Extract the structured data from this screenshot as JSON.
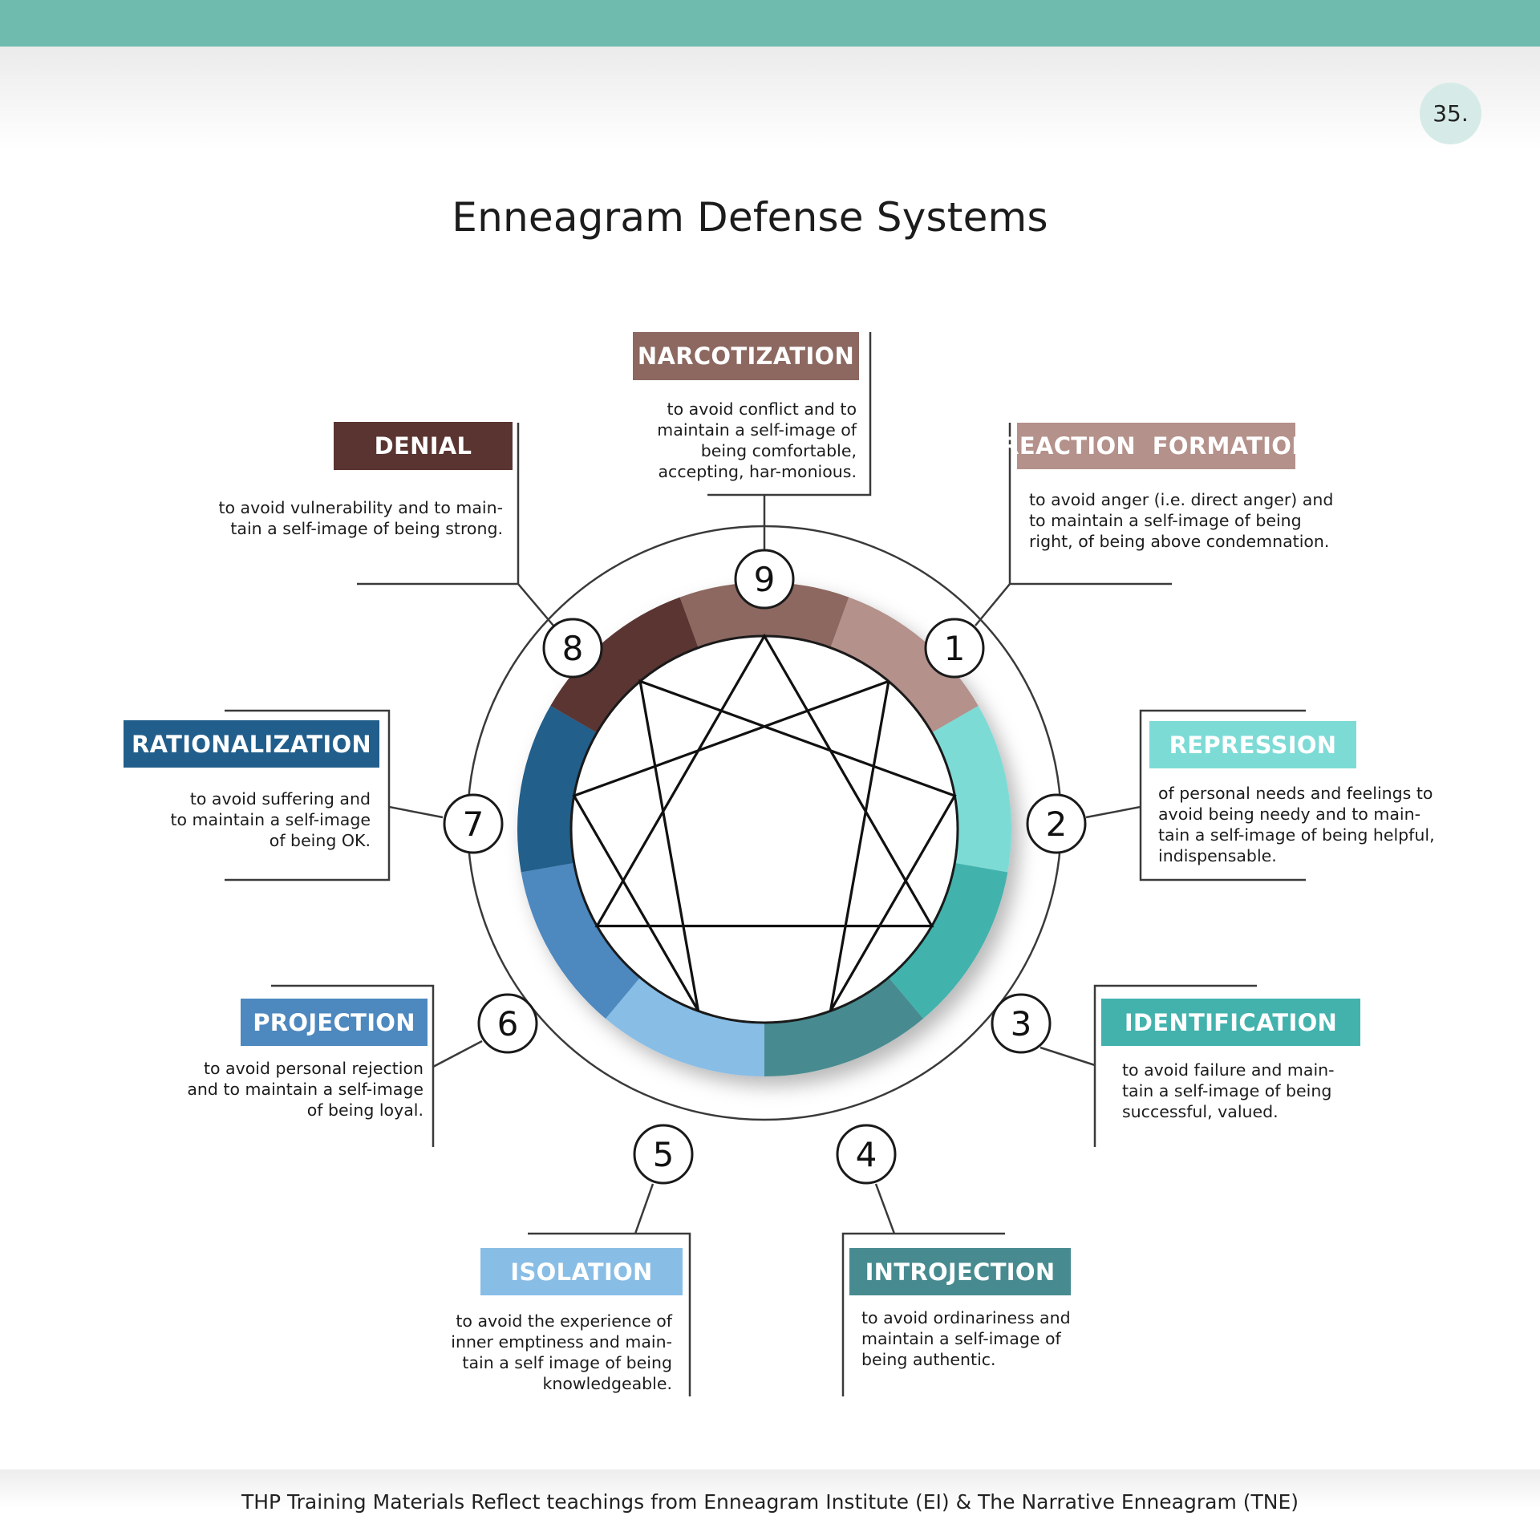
{
  "page": {
    "number": "35.",
    "title": "Enneagram Defense Systems",
    "footer": "THP Training Materials Reflect teachings from Enneagram Institute (EI) & The Narrative Enneagram (TNE)"
  },
  "colors": {
    "header_bar": "#6fbbad",
    "type9": "#8c6860",
    "type1": "#b4918b",
    "type2": "#7ddbd6",
    "type3": "#43b2ad",
    "type4": "#478b90",
    "type5": "#88bde6",
    "type6": "#4d88bf",
    "type7": "#215e8b",
    "type8": "#5a3431"
  },
  "types": [
    {
      "number": "9",
      "defense": "NARCOTIZATION",
      "description": "to avoid conflict and to maintain a self-image of being comfortable, accepting, har-monious."
    },
    {
      "number": "1",
      "defense": "REACTION  FORMATION",
      "description": "to avoid anger (i.e. direct anger) and to maintain a self-image of being right, of being above condemnation."
    },
    {
      "number": "2",
      "defense": "REPRESSION",
      "description": "of personal needs and feelings to avoid being needy and to main-tain a self-image of being helpful, indispensable."
    },
    {
      "number": "3",
      "defense": "IDENTIFICATION",
      "description": "to avoid failure and main-tain a self-image of being successful, valued."
    },
    {
      "number": "4",
      "defense": "INTROJECTION",
      "description": "to avoid ordinariness and maintain a self-image of being authentic."
    },
    {
      "number": "5",
      "defense": "ISOLATION",
      "description": "to avoid the experience of inner emptiness and main-tain a self image of being knowledgeable."
    },
    {
      "number": "6",
      "defense": "PROJECTION",
      "description": "to avoid personal rejection and to maintain a self-image of being loyal."
    },
    {
      "number": "7",
      "defense": "RATIONALIZATION",
      "description": "to avoid suffering and to maintain a self-image of being OK."
    },
    {
      "number": "8",
      "defense": "DENIAL",
      "description": "to avoid vulnerability and to main-tain a self-image of being strong."
    }
  ]
}
